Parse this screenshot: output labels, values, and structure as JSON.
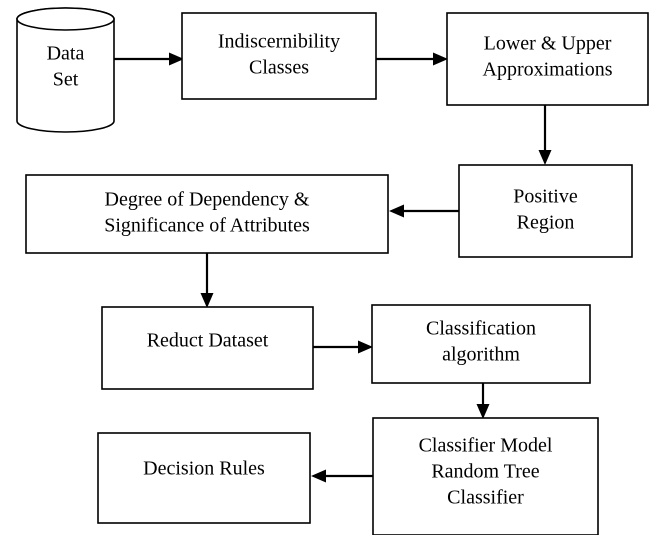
{
  "diagram": {
    "nodes": [
      {
        "id": "data_set",
        "shape": "cylinder",
        "lines": [
          "Data",
          "Set"
        ]
      },
      {
        "id": "indiscernibility",
        "shape": "box",
        "lines": [
          "Indiscernibility",
          "Classes"
        ]
      },
      {
        "id": "approximations",
        "shape": "box",
        "lines": [
          "Lower & Upper",
          "Approximations"
        ]
      },
      {
        "id": "positive_region",
        "shape": "box",
        "lines": [
          "Positive",
          "Region"
        ]
      },
      {
        "id": "dependency",
        "shape": "box",
        "lines": [
          "Degree of Dependency &",
          "Significance of Attributes"
        ]
      },
      {
        "id": "reduct",
        "shape": "box",
        "lines": [
          "Reduct Dataset"
        ]
      },
      {
        "id": "classification",
        "shape": "box",
        "lines": [
          "Classification",
          "algorithm"
        ]
      },
      {
        "id": "classifier_model",
        "shape": "box",
        "lines": [
          "Classifier Model",
          "Random Tree",
          "Classifier"
        ]
      },
      {
        "id": "decision_rules",
        "shape": "box",
        "lines": [
          "Decision Rules"
        ]
      }
    ],
    "edges": [
      {
        "from": "data_set",
        "to": "indiscernibility"
      },
      {
        "from": "indiscernibility",
        "to": "approximations"
      },
      {
        "from": "approximations",
        "to": "positive_region"
      },
      {
        "from": "positive_region",
        "to": "dependency"
      },
      {
        "from": "dependency",
        "to": "reduct"
      },
      {
        "from": "reduct",
        "to": "classification"
      },
      {
        "from": "classification",
        "to": "classifier_model"
      },
      {
        "from": "classifier_model",
        "to": "decision_rules"
      }
    ]
  }
}
